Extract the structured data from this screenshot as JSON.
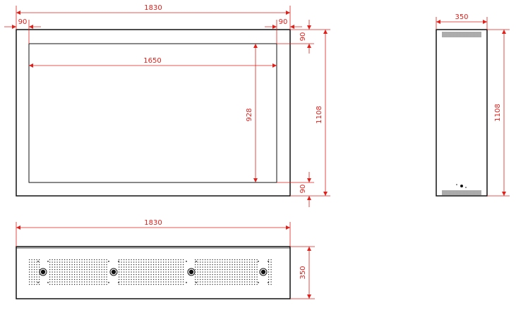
{
  "colors": {
    "outline": "#111111",
    "dimension": "#e0201b",
    "background": "#ffffff"
  },
  "front_view": {
    "overall_width": "1830",
    "left_border": "90",
    "right_border": "90",
    "top_border": "90",
    "bottom_border": "90",
    "screen_width": "1650",
    "screen_height": "928",
    "overall_height": "1108"
  },
  "side_view": {
    "depth": "350",
    "overall_height": "1108"
  },
  "bottom_view": {
    "overall_width": "1830",
    "depth": "350"
  }
}
